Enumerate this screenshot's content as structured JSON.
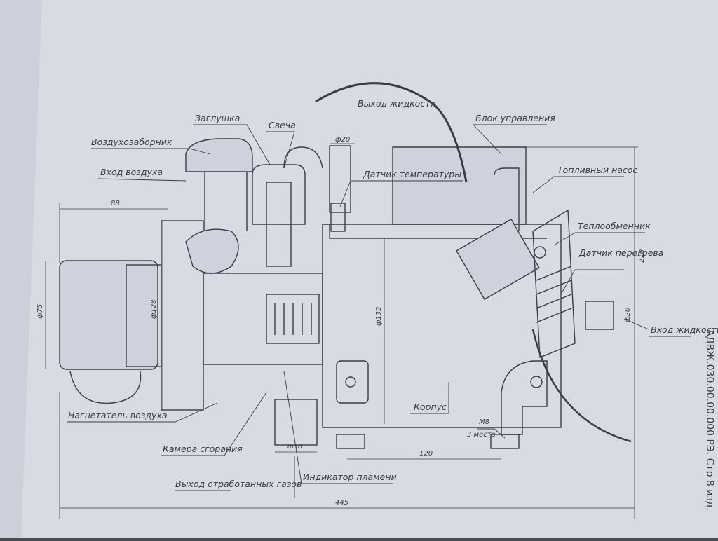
{
  "colors": {
    "paper": "#d9dbe2",
    "ink": "#3a3d44",
    "background": "#4a4c52"
  },
  "labels": {
    "air_intake_housing": "Воздухозаборник",
    "air_inlet": "Вход воздуха",
    "plug": "Заглушка",
    "glow_plug": "Свеча",
    "liquid_outlet": "Выход жидкости",
    "control_unit": "Блок управления",
    "temperature_sensor": "Датчик температуры",
    "fuel_pump": "Топливный насос",
    "heat_exchanger": "Теплообменник",
    "overheat_sensor": "Датчик перегрева",
    "liquid_inlet": "Вход жидкости",
    "housing": "Корпус",
    "air_blower": "Нагнетатель воздуха",
    "combustion_chamber": "Камера сгорания",
    "exhaust_outlet": "Выход отработанных газов",
    "flame_indicator": "Индикатор пламени"
  },
  "dimensions": {
    "d88": "88",
    "d20_top": "ф20",
    "d75": "ф75",
    "d128": "ф128",
    "d132": "ф132",
    "d210": "210",
    "d20_right": "ф20",
    "m8": "М8",
    "m8_places": "3 места",
    "d120": "120",
    "d38": "ф38",
    "d445": "445"
  },
  "side_text": "АДВЖ.030.00.00.000 РЭ. Стр 8 изд."
}
